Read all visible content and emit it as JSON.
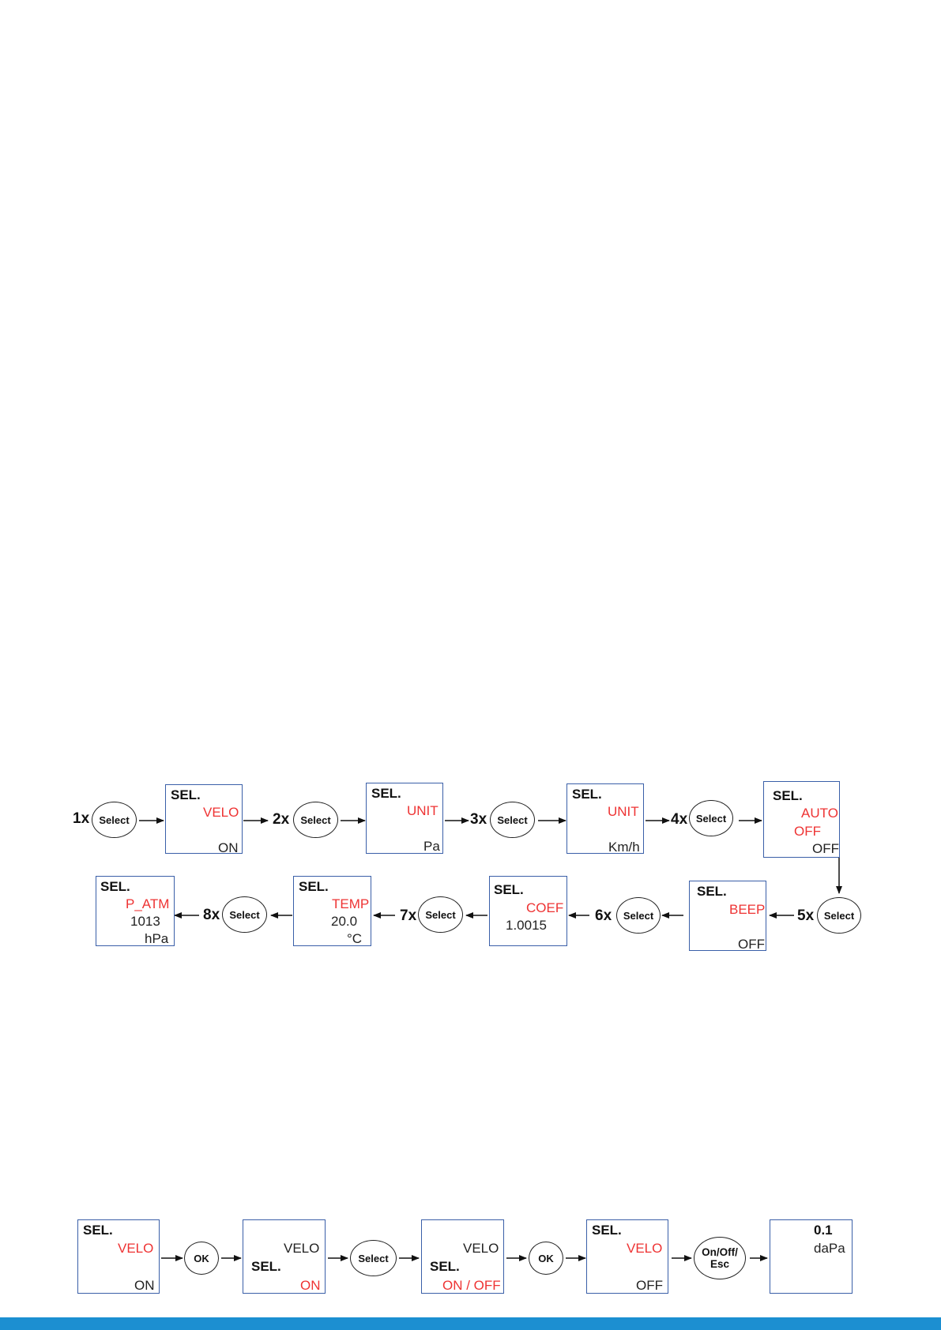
{
  "sequence1": {
    "screens": [
      {
        "sel": "SEL.",
        "red": [
          "VELO"
        ],
        "black": [
          "ON"
        ]
      },
      {
        "sel": "SEL.",
        "red": [
          "UNIT"
        ],
        "black": [
          "Pa"
        ]
      },
      {
        "sel": "SEL.",
        "red": [
          "UNIT"
        ],
        "black": [
          "Km/h"
        ]
      },
      {
        "sel": "SEL.",
        "red": [
          "AUTO",
          "OFF"
        ],
        "black": [
          "OFF"
        ]
      },
      {
        "sel": "SEL.",
        "red": [
          "BEEP"
        ],
        "black": [
          "OFF"
        ]
      },
      {
        "sel": "SEL.",
        "red": [
          "COEF"
        ],
        "black": [
          "1.0015"
        ]
      },
      {
        "sel": "SEL.",
        "red": [
          "TEMP"
        ],
        "black": [
          "20.0",
          "°C"
        ]
      },
      {
        "sel": "SEL.",
        "red": [
          "P_ATM"
        ],
        "black": [
          "1013",
          "hPa"
        ]
      }
    ],
    "buttons": [
      "Select",
      "Select",
      "Select",
      "Select",
      "Select",
      "Select",
      "Select",
      "Select"
    ],
    "counts": [
      "1x",
      "2x",
      "3x",
      "4x",
      "5x",
      "6x",
      "7x",
      "8x"
    ]
  },
  "sequence2": {
    "screens": [
      {
        "sel": "SEL.",
        "red": [
          "VELO"
        ],
        "black": [
          "ON"
        ]
      },
      {
        "sel": "SEL.",
        "red": [
          "ON"
        ],
        "black": [
          "VELO"
        ]
      },
      {
        "sel": "SEL.",
        "red": [
          "ON / OFF"
        ],
        "black": [
          "VELO"
        ]
      },
      {
        "sel": "SEL.",
        "red": [
          "VELO"
        ],
        "black": [
          "OFF"
        ]
      },
      {
        "value": "0.1",
        "unit": "daPa"
      }
    ],
    "buttons": [
      "OK",
      "Select",
      "OK",
      "On/Off/ Esc"
    ]
  },
  "colors": {
    "screen_border": "#3a5fa8",
    "highlight": "#ee3333",
    "footer": "#1c8fd1"
  }
}
